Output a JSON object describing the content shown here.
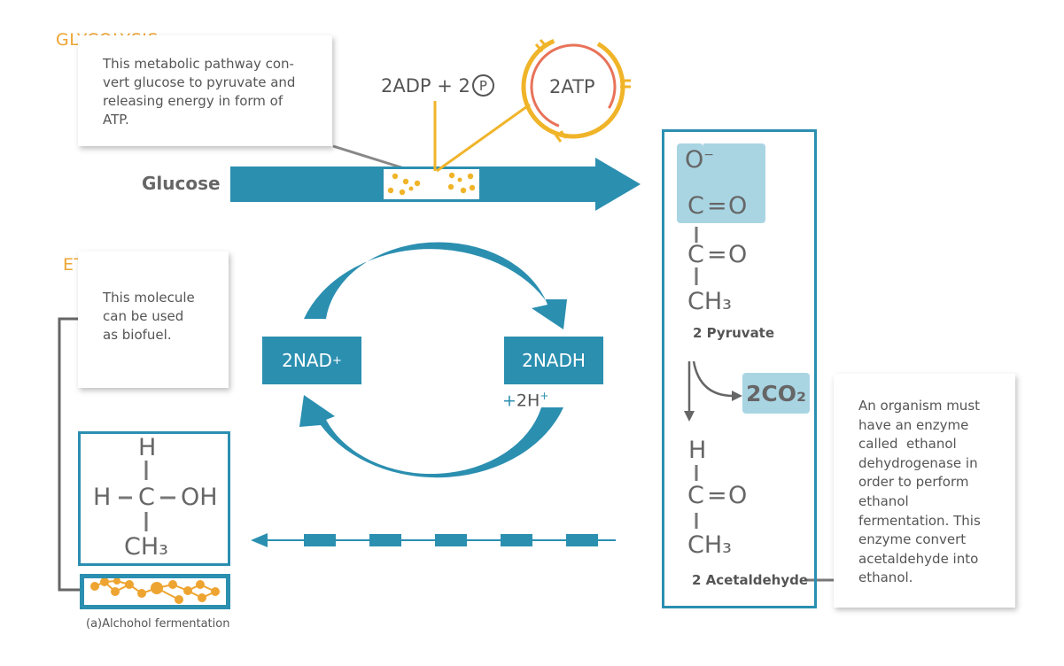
{
  "glycolysis": {
    "title": "GLYCOLYSIS",
    "description": "This metabolic pathway con-vert glucose to pyruvate and releasing energy in form of ATP.",
    "desc_lines": [
      "This metabolic pathway con-",
      "vert glucose to pyruvate and",
      "releasing energy in form of",
      "ATP."
    ]
  },
  "inputs": {
    "adp": "2ADP + 2",
    "p_symbol": "P",
    "atp": "2ATP",
    "glucose": "Glucose"
  },
  "cycle": {
    "nad": "2NAD",
    "nad_sup": "+",
    "nadh": "2NADH",
    "h_plus": "2H",
    "h_sup": "+",
    "h_prefix": "+"
  },
  "ethanol": {
    "title": "ETHANOL",
    "desc_lines": [
      "This molecule",
      "can be used",
      "as biofuel."
    ]
  },
  "ethanol_structure": {
    "h_top": "H",
    "h_left": "H",
    "c": "C",
    "oh": "OH",
    "ch3": "CH₃"
  },
  "pyruvate": {
    "o_minus": "O",
    "o_sup": "−",
    "c1": "C",
    "eq1": "=",
    "o1": "O",
    "c2": "C",
    "eq2": "=",
    "o2": "O",
    "ch3": "CH₃",
    "label": "2 Pyruvate"
  },
  "co2": "2CO₂",
  "acetaldehyde": {
    "h": "H",
    "c": "C",
    "eq": "=",
    "o": "O",
    "ch3": "CH₃",
    "label": "2 Acetaldehyde"
  },
  "enzyme_note": {
    "lines": [
      "An organism must",
      "have an enzyme",
      "called  ethanol",
      "dehydrogenase in",
      "order to perform",
      "ethanol",
      "fermentation. This",
      "enzyme convert",
      "acetaldehyde into",
      "ethanol."
    ]
  },
  "caption": "(a)Alchohol fermentation",
  "colors": {
    "teal": "#2b8fb0",
    "orange": "#eea431",
    "yellow": "#f0b429",
    "red_ring": "#e8735a",
    "light_blue": "#a9d5e3"
  }
}
